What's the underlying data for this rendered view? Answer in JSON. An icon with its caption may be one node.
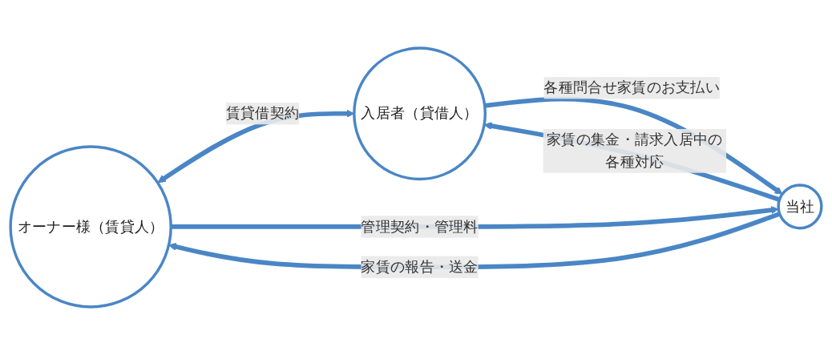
{
  "diagram": {
    "nodes": [
      {
        "text": [
          "オーナー様（賃貸人）"
        ]
      },
      {
        "text": [
          "入居者（貸借人）"
        ]
      },
      {
        "text": [
          "当社"
        ]
      }
    ],
    "edges": [
      {
        "from": 0,
        "to": 1,
        "arrow": "both",
        "label": "賃貸借契約"
      },
      {
        "from": 0,
        "to": 2,
        "arrow": "to",
        "label": "管理契約・管理料"
      },
      {
        "from": 2,
        "to": 0,
        "arrow": "to",
        "label": "家賃の報告・送金"
      },
      {
        "from": 2,
        "to": 1,
        "arrow": "to",
        "label": "家賃の集金・請求入居中の各種対応"
      },
      {
        "from": 1,
        "to": 2,
        "arrow": "to",
        "label": "各種問合せ家賃のお支払い"
      }
    ]
  }
}
